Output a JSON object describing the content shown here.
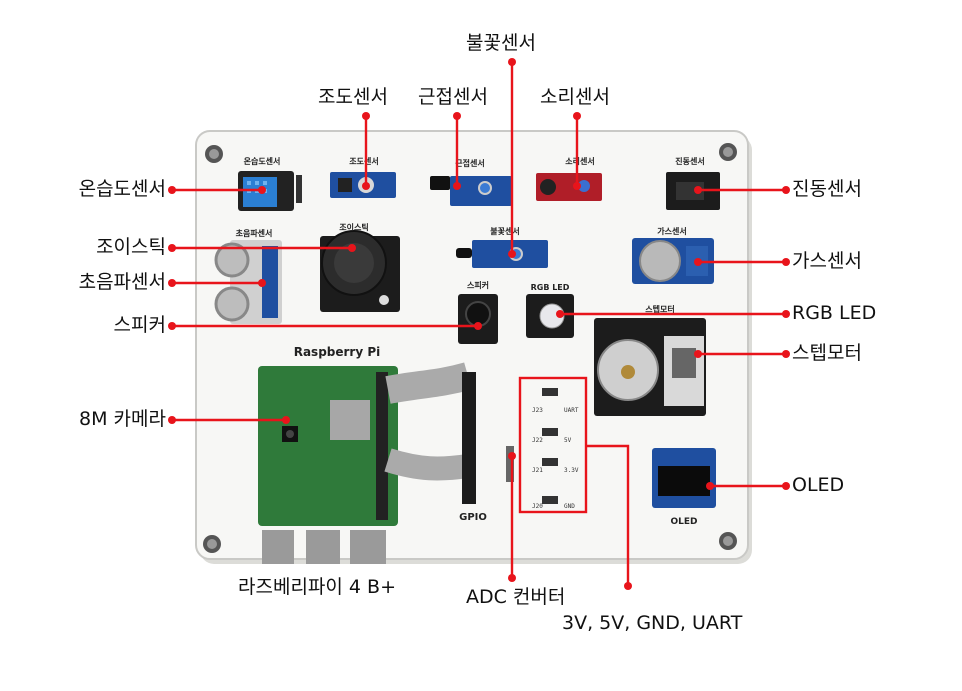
{
  "labels": {
    "dht": "온습도센서",
    "joystick": "조이스틱",
    "ultrasonic": "초음파센서",
    "speaker": "스피커",
    "camera": "8M 카메라",
    "raspberry_pi": "라즈베리파이 4 B+",
    "adc": "ADC 컨버터",
    "power_pins": "3V, 5V, GND, UART",
    "light": "조도센서",
    "proximity": "근접센서",
    "flame": "불꽃센서",
    "sound": "소리센서",
    "vibration": "진동센서",
    "gas": "가스센서",
    "rgb_led": "RGB LED",
    "stepper": "스텝모터",
    "oled": "OLED"
  },
  "silkscreen": {
    "dht": "온습도센서",
    "light": "조도센서",
    "proximity": "근접센서",
    "sound": "소리센서",
    "vibration": "진동센서",
    "ultrasonic": "초음파센서",
    "joystick": "조이스틱",
    "flame": "불꽃센서",
    "gas": "가스센서",
    "speaker": "스피커",
    "rgb_led": "RGB LED",
    "stepper": "스텝모터",
    "raspberry": "Raspberry Pi",
    "gpio": "GPIO",
    "oled": "OLED",
    "uart": "UART",
    "v5": "5V",
    "v33": "3.3V",
    "gnd": "GND",
    "j23": "J23",
    "j22": "J22",
    "j21": "J21",
    "j20": "J20"
  },
  "colors": {
    "leader": "#e8141b",
    "board": "#f7f7f5",
    "board_edge": "#c9c9c6",
    "module_black": "#1c1c1c",
    "module_blue": "#1f4fa0",
    "module_red": "#b01e28",
    "pi_green": "#2f7a3a"
  },
  "icons": [
    "screw-icon",
    "joystick-knob-icon",
    "speaker-icon",
    "led-icon",
    "motor-icon",
    "camera-lens-icon"
  ]
}
